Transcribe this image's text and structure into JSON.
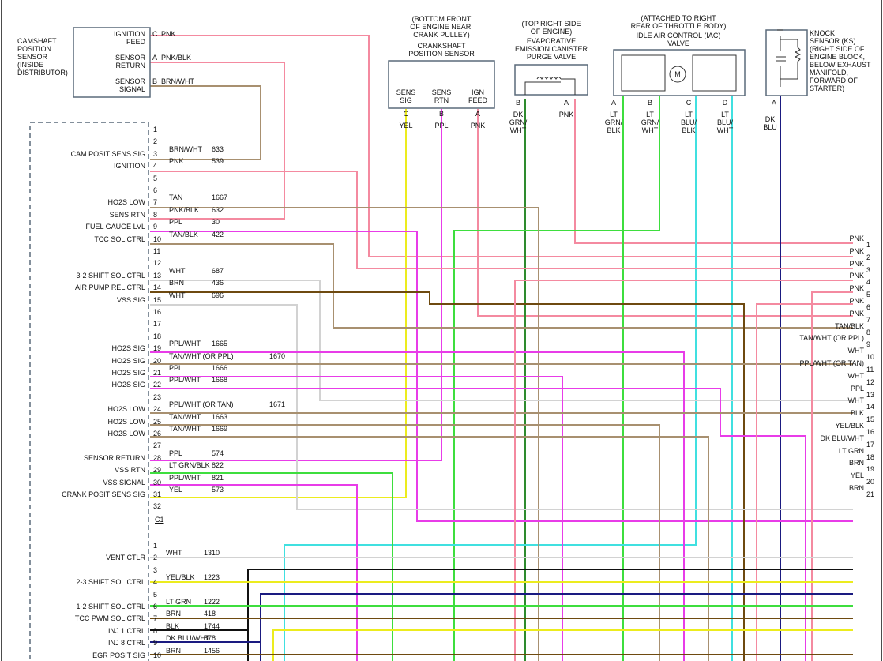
{
  "components": {
    "cmp": {
      "name": "CAMSHAFT\nPOSITION\nSENSOR\n(INSIDE\nDISTRIBUTOR)",
      "pins": [
        {
          "label": "IGNITION\nFEED",
          "letter": "C",
          "wire": "PNK"
        },
        {
          "label": "SENSOR\nRETURN",
          "letter": "A",
          "wire": "PNK/BLK"
        },
        {
          "label": "SENSOR\nSIGNAL",
          "letter": "B",
          "wire": "BRN/WHT"
        }
      ]
    },
    "ckp": {
      "location": "(BOTTOM FRONT\nOF ENGINE NEAR,\nCRANK PULLEY)",
      "name": "CRANKSHAFT\nPOSITION SENSOR",
      "pins": [
        {
          "label": "SENS\nSIG",
          "letter": "C",
          "wire": "YEL"
        },
        {
          "label": "SENS\nRTN",
          "letter": "B",
          "wire": "PPL"
        },
        {
          "label": "IGN\nFEED",
          "letter": "A",
          "wire": "PNK"
        }
      ]
    },
    "evap": {
      "location": "(TOP RIGHT SIDE\nOF ENGINE)",
      "name": "EVAPORATIVE\nEMISSION CANISTER\nPURGE VALVE",
      "pins": [
        {
          "letter": "B",
          "wire": "DK\nGRN/\nWHT"
        },
        {
          "letter": "A",
          "wire": "PNK"
        }
      ]
    },
    "iac": {
      "location": "(ATTACHED TO RIGHT\nREAR OF THROTTLE BODY)",
      "name": "IDLE AIR CONTROL (IAC)\nVALVE",
      "motor_symbol": "M",
      "pins": [
        {
          "letter": "A",
          "wire": "LT\nGRN/\nBLK"
        },
        {
          "letter": "B",
          "wire": "LT\nGRN/\nWHT"
        },
        {
          "letter": "C",
          "wire": "LT\nBLU/\nBLK"
        },
        {
          "letter": "D",
          "wire": "LT\nBLU/\nWHT"
        }
      ]
    },
    "ks": {
      "name": "KNOCK\nSENSOR (KS)\n(RIGHT SIDE OF\nENGINE BLOCK,\nBELOW EXHAUST\nMANIFOLD,\nFORWARD OF\nSTARTER)",
      "pins": [
        {
          "letter": "A",
          "wire": "DK\nBLU"
        }
      ]
    }
  },
  "pcm": {
    "connector_c1": "C1",
    "c1_pins": [
      {
        "n": "1",
        "label": "",
        "wire": "",
        "circuit": ""
      },
      {
        "n": "2",
        "label": "",
        "wire": "",
        "circuit": ""
      },
      {
        "n": "3",
        "label": "CAM POSIT SENS SIG",
        "wire": "BRN/WHT",
        "circuit": "633"
      },
      {
        "n": "4",
        "label": "IGNITION",
        "wire": "PNK",
        "circuit": "539"
      },
      {
        "n": "5",
        "label": "",
        "wire": "",
        "circuit": ""
      },
      {
        "n": "6",
        "label": "",
        "wire": "",
        "circuit": ""
      },
      {
        "n": "7",
        "label": "HO2S LOW",
        "wire": "TAN",
        "circuit": "1667"
      },
      {
        "n": "8",
        "label": "SENS RTN",
        "wire": "PNK/BLK",
        "circuit": "632"
      },
      {
        "n": "9",
        "label": "FUEL GAUGE LVL",
        "wire": "PPL",
        "circuit": "30"
      },
      {
        "n": "10",
        "label": "TCC SOL CTRL",
        "wire": "TAN/BLK",
        "circuit": "422"
      },
      {
        "n": "11",
        "label": "",
        "wire": "",
        "circuit": ""
      },
      {
        "n": "12",
        "label": "",
        "wire": "",
        "circuit": ""
      },
      {
        "n": "13",
        "label": "3-2 SHIFT SOL CTRL",
        "wire": "WHT",
        "circuit": "687"
      },
      {
        "n": "14",
        "label": "AIR PUMP REL CTRL",
        "wire": "BRN",
        "circuit": "436"
      },
      {
        "n": "15",
        "label": "VSS SIG",
        "wire": "WHT",
        "circuit": "696"
      },
      {
        "n": "16",
        "label": "",
        "wire": "",
        "circuit": ""
      },
      {
        "n": "17",
        "label": "",
        "wire": "",
        "circuit": ""
      },
      {
        "n": "18",
        "label": "",
        "wire": "",
        "circuit": ""
      },
      {
        "n": "19",
        "label": "HO2S SIG",
        "wire": "PPL/WHT",
        "circuit": "1665"
      },
      {
        "n": "20",
        "label": "HO2S SIG",
        "wire": "TAN/WHT (OR PPL)",
        "circuit": "1670"
      },
      {
        "n": "21",
        "label": "HO2S SIG",
        "wire": "PPL",
        "circuit": "1666"
      },
      {
        "n": "22",
        "label": "HO2S SIG",
        "wire": "PPL/WHT",
        "circuit": "1668"
      },
      {
        "n": "23",
        "label": "",
        "wire": "",
        "circuit": ""
      },
      {
        "n": "24",
        "label": "HO2S LOW",
        "wire": "PPL/WHT (OR TAN)",
        "circuit": "1671"
      },
      {
        "n": "25",
        "label": "HO2S LOW",
        "wire": "TAN/WHT",
        "circuit": "1663"
      },
      {
        "n": "26",
        "label": "HO2S LOW",
        "wire": "TAN/WHT",
        "circuit": "1669"
      },
      {
        "n": "27",
        "label": "",
        "wire": "",
        "circuit": ""
      },
      {
        "n": "28",
        "label": "SENSOR RETURN",
        "wire": "PPL",
        "circuit": "574"
      },
      {
        "n": "29",
        "label": "VSS RTN",
        "wire": "LT GRN/BLK",
        "circuit": "822"
      },
      {
        "n": "30",
        "label": "VSS SIGNAL",
        "wire": "PPL/WHT",
        "circuit": "821"
      },
      {
        "n": "31",
        "label": "CRANK POSIT SENS SIG",
        "wire": "YEL",
        "circuit": "573"
      },
      {
        "n": "32",
        "label": "",
        "wire": "",
        "circuit": ""
      }
    ],
    "c2_pins": [
      {
        "n": "1",
        "label": "",
        "wire": "",
        "circuit": ""
      },
      {
        "n": "2",
        "label": "VENT CTLR",
        "wire": "WHT",
        "circuit": "1310"
      },
      {
        "n": "3",
        "label": "",
        "wire": "",
        "circuit": ""
      },
      {
        "n": "4",
        "label": "2-3 SHIFT SOL CTRL",
        "wire": "YEL/BLK",
        "circuit": "1223"
      },
      {
        "n": "5",
        "label": "",
        "wire": "",
        "circuit": ""
      },
      {
        "n": "6",
        "label": "1-2 SHIFT SOL CTRL",
        "wire": "LT GRN",
        "circuit": "1222"
      },
      {
        "n": "7",
        "label": "TCC PWM SOL CTRL",
        "wire": "BRN",
        "circuit": "418"
      },
      {
        "n": "8",
        "label": "INJ 1 CTRL",
        "wire": "BLK",
        "circuit": "1744"
      },
      {
        "n": "9",
        "label": "INJ 8 CTRL",
        "wire": "DK BLU/WHT",
        "circuit": "878"
      },
      {
        "n": "10",
        "label": "EGR POSIT SIG",
        "wire": "BRN",
        "circuit": "1456"
      }
    ]
  },
  "right_connector": [
    {
      "n": "1",
      "wire": "PNK"
    },
    {
      "n": "2",
      "wire": "PNK"
    },
    {
      "n": "3",
      "wire": "PNK"
    },
    {
      "n": "4",
      "wire": "PNK"
    },
    {
      "n": "5",
      "wire": "PNK"
    },
    {
      "n": "6",
      "wire": "PNK"
    },
    {
      "n": "7",
      "wire": "PNK"
    },
    {
      "n": "8",
      "wire": "TAN/BLK"
    },
    {
      "n": "9",
      "wire": "TAN/WHT (OR PPL)"
    },
    {
      "n": "10",
      "wire": "WHT"
    },
    {
      "n": "11",
      "wire": "PPL/WHT (OR TAN)"
    },
    {
      "n": "12",
      "wire": "WHT"
    },
    {
      "n": "13",
      "wire": "PPL"
    },
    {
      "n": "14",
      "wire": "WHT"
    },
    {
      "n": "15",
      "wire": "BLK"
    },
    {
      "n": "16",
      "wire": "YEL/BLK"
    },
    {
      "n": "17",
      "wire": "DK BLU/WHT"
    },
    {
      "n": "18",
      "wire": "LT GRN"
    },
    {
      "n": "19",
      "wire": "BRN"
    },
    {
      "n": "20",
      "wire": "YEL"
    },
    {
      "n": "21",
      "wire": "BRN"
    }
  ],
  "wire_colors": {
    "pink": "#f48aa0",
    "purple": "#e83ce8",
    "yellow": "#ecec1e",
    "tan": "#a89070",
    "brown": "#6e4a10",
    "white": "#d2d2d2",
    "lt_green": "#3ede3e",
    "dk_green": "#2e8b2e",
    "cyan": "#40e0e0",
    "dk_blue": "#1a1a80",
    "black": "#111111",
    "outline": "#5a6a7a"
  }
}
